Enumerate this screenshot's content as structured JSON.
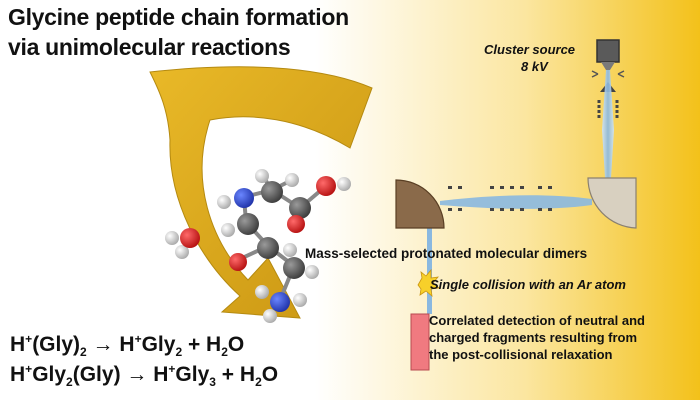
{
  "title": {
    "line1": "Glycine peptide chain formation",
    "line2": "via unimolecular reactions"
  },
  "cluster_source": {
    "label": "Cluster source",
    "voltage": "8 kV"
  },
  "labels": {
    "dimers": "Mass-selected protonated molecular dimers",
    "collision": "Single collision with an Ar atom",
    "detection_line1": "Correlated detection of neutral and",
    "detection_line2": "charged fragments resulting from",
    "detection_line3": "the post-collisional relaxation"
  },
  "equations": {
    "eq1": {
      "h1": "H",
      "sup1": "+",
      "gly1": "(Gly)",
      "sub1": "2",
      "arrow": " → H",
      "sup2": "+",
      "gly2": "Gly",
      "sub2": "2",
      "tail": " + H",
      "sub3": "2",
      "end": "O"
    },
    "eq2": {
      "h1": "H",
      "sup1": "+",
      "gly1": "Gly",
      "sub1": "2",
      "mid": "(Gly) → H",
      "sup2": "+",
      "gly2": "Gly",
      "sub2": "3",
      "tail": " + H",
      "sub3": "2",
      "end": "O"
    }
  },
  "colors": {
    "background_left": "#ffffff",
    "background_right": "#f3c11a",
    "arrow": "#dba819",
    "carbon": "#4a4a4a",
    "nitrogen": "#2742c4",
    "oxygen": "#d41a1a",
    "hydrogen": "#d8d8d8",
    "beam": "#8ab8e0",
    "deflector": "#8a6a4a",
    "detector": "#f07a80"
  }
}
